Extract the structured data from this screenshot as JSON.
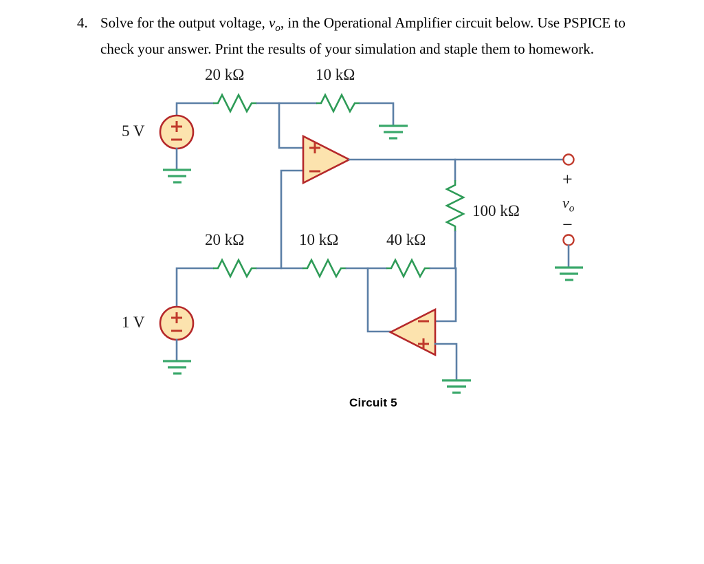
{
  "problem": {
    "number": "4.",
    "text_part1": "Solve for the output voltage, ",
    "variable": "v",
    "variable_sub": "o",
    "text_part2": ", in the Operational Amplifier circuit below. Use PSPICE to check your answer. Print the results of your simulation and staple them to homework."
  },
  "caption": "Circuit 5",
  "colors": {
    "wire": "#5b7fa6",
    "resistor": "#2e9b57",
    "ground": "#3aa86b",
    "component_border": "#b5282a",
    "component_fill": "#fce3ae",
    "text": "#1a1a1a"
  },
  "sources": [
    {
      "id": "v1",
      "label": "5 V",
      "plus": "+",
      "minus": "−"
    },
    {
      "id": "v2",
      "label": "1 V",
      "plus": "+",
      "minus": "−"
    }
  ],
  "resistors": [
    {
      "id": "r1",
      "label": "20 kΩ",
      "position": "top-left"
    },
    {
      "id": "r2",
      "label": "10 kΩ",
      "position": "top-right"
    },
    {
      "id": "r3",
      "label": "20 kΩ",
      "position": "bottom-left"
    },
    {
      "id": "r4",
      "label": "10 kΩ",
      "position": "bottom-middle"
    },
    {
      "id": "r5",
      "label": "40 kΩ",
      "position": "bottom-right"
    },
    {
      "id": "r6",
      "label": "100 kΩ",
      "position": "vertical-right"
    }
  ],
  "opamps": [
    {
      "id": "u1",
      "orientation": "right",
      "top_terminal": "+",
      "bottom_terminal": "−"
    },
    {
      "id": "u2",
      "orientation": "left",
      "top_terminal": "−",
      "bottom_terminal": "+"
    }
  ],
  "output_port": {
    "plus": "+",
    "minus": "−",
    "variable": "v",
    "variable_sub": "o"
  }
}
